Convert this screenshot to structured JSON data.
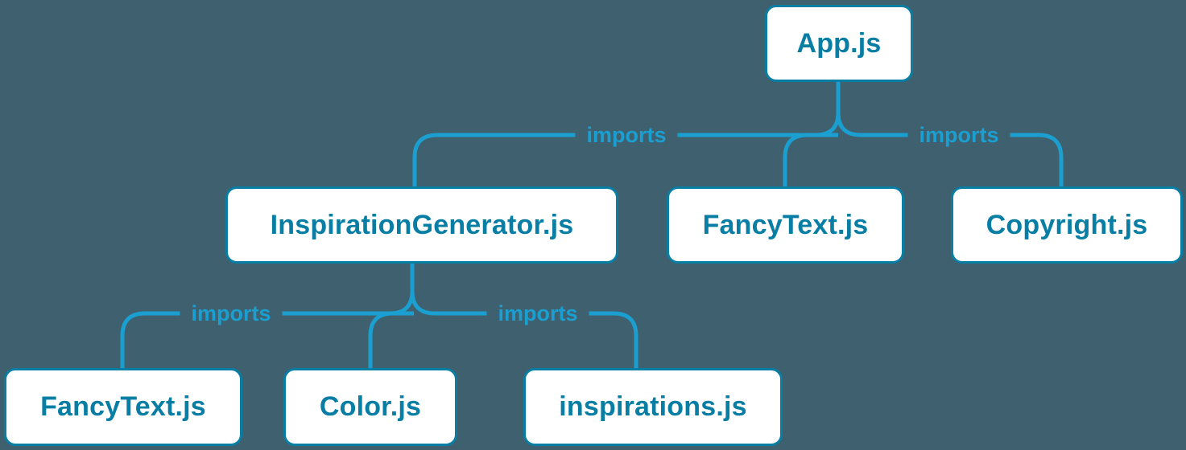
{
  "colors": {
    "background": "#3f606e",
    "line": "#1b9fd1",
    "box_border": "#087ea4",
    "box_text": "#087ea4",
    "box_fill": "#ffffff"
  },
  "nodes": {
    "app": {
      "label": "App.js"
    },
    "inspiration_generator": {
      "label": "InspirationGenerator.js"
    },
    "fancy_text_top": {
      "label": "FancyText.js"
    },
    "copyright": {
      "label": "Copyright.js"
    },
    "fancy_text_bottom": {
      "label": "FancyText.js"
    },
    "color": {
      "label": "Color.js"
    },
    "inspirations": {
      "label": "inspirations.js"
    }
  },
  "edge_labels": {
    "app_to_inspiration_generator": "imports",
    "app_to_copyright": "imports",
    "generator_to_fancy_text": "imports",
    "generator_to_inspirations": "imports"
  }
}
